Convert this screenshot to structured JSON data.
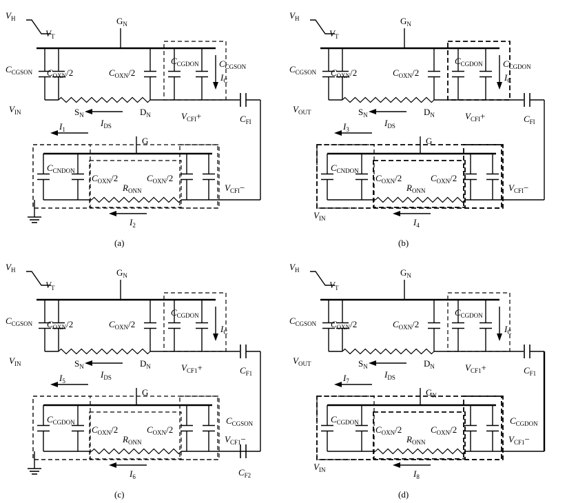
{
  "panels": [
    {
      "id": "a",
      "caption": "(a)",
      "labels": {
        "vh_v": "V",
        "vh_s": "H",
        "vt_v": "V",
        "vt_s": "T",
        "gn_m": "G",
        "gn_s": "N",
        "cgson_m": "C",
        "cgson_s": "CGSON",
        "coxn1_m": "C",
        "coxn1_s": "OXN",
        "coxn1_t": "/2",
        "coxn2_m": "C",
        "coxn2_s": "OXN",
        "coxn2_t": "/2",
        "cgdon_m": "C",
        "cgdon_s": "CGDON",
        "cright_m": "C",
        "cright_s": "CGSON",
        "ic_m": "I",
        "ic_s": "C",
        "vin_m": "V",
        "vin_s": "IN",
        "sn_m": "S",
        "sn_s": "N",
        "ids_m": "I",
        "ids_s": "DS",
        "dn_m": "D",
        "dn_s": "N",
        "vcfi_m": "V",
        "vcfi_s": "CFI",
        "vcfi_sign": "+",
        "cfi_m": "C",
        "cfi_s": "FI",
        "i_upper_m": "I",
        "i_upper_s": "1",
        "g_low": "G",
        "cndon_m": "C",
        "cndon_s": "CNDON",
        "coxn3_m": "C",
        "coxn3_s": "OXN",
        "coxn3_t": "/2",
        "ronn_m": "R",
        "ronn_s": "ONN",
        "coxn4_m": "C",
        "coxn4_s": "OXN",
        "coxn4_t": "/2",
        "vcfi2_m": "V",
        "vcfi2_s": "CFI",
        "vcfi2_sign": "−",
        "i_lower_m": "I",
        "i_lower_s": "2"
      }
    },
    {
      "id": "b",
      "caption": "(b)",
      "labels": {
        "vh_v": "V",
        "vh_s": "H",
        "vt_v": "V",
        "vt_s": "T",
        "gn_m": "G",
        "gn_s": "N",
        "cgson_m": "C",
        "cgson_s": "CGSON",
        "coxn1_m": "C",
        "coxn1_s": "OXN",
        "coxn1_t": "/2",
        "coxn2_m": "C",
        "coxn2_s": "OXN",
        "coxn2_t": "/2",
        "cgdon_m": "C",
        "cgdon_s": "CGDON",
        "cright_m": "C",
        "cright_s": "CGDON",
        "ic_m": "I",
        "ic_s": "C",
        "vin_m": "V",
        "vin_s": "OUT",
        "sn_m": "S",
        "sn_s": "N",
        "ids_m": "I",
        "ids_s": "DS",
        "dn_m": "D",
        "dn_s": "N",
        "vcfi_m": "V",
        "vcfi_s": "CFI",
        "vcfi_sign": "+",
        "cfi_m": "C",
        "cfi_s": "FI",
        "i_upper_m": "I",
        "i_upper_s": "3",
        "g_low": "G",
        "cndon_m": "C",
        "cndon_s": "CNDON",
        "coxn3_m": "C",
        "coxn3_s": "OXN",
        "coxn3_t": "/2",
        "ronn_m": "R",
        "ronn_s": "ONN",
        "coxn4_m": "C",
        "coxn4_s": "OXN",
        "coxn4_t": "/2",
        "vcfi2_m": "V",
        "vcfi2_s": "CFI",
        "vcfi2_sign": "−",
        "vin2_m": "V",
        "vin2_s": "IN",
        "i_lower_m": "I",
        "i_lower_s": "4"
      }
    },
    {
      "id": "c",
      "caption": "(c)",
      "labels": {
        "vh_v": "V",
        "vh_s": "H",
        "vt_v": "V",
        "vt_s": "T",
        "gn_m": "G",
        "gn_s": "N",
        "cgson_m": "C",
        "cgson_s": "CGSON",
        "coxn1_m": "C",
        "coxn1_s": "OXN",
        "coxn1_t": "/2",
        "coxn2_m": "C",
        "coxn2_s": "OXN",
        "coxn2_t": "/2",
        "cgdon_m": "C",
        "cgdon_s": "CGDON",
        "ic_m": "I",
        "ic_s": "C",
        "vin_m": "V",
        "vin_s": "IN",
        "sn_m": "S",
        "sn_s": "N",
        "ids_m": "I",
        "ids_s": "DS",
        "dn_m": "D",
        "dn_s": "N",
        "vcfi_m": "V",
        "vcfi_s": "CF1",
        "vcfi_sign": "+",
        "cfi_m": "C",
        "cfi_s": "F1",
        "i_upper_m": "I",
        "i_upper_s": "5",
        "g_low": "G",
        "cndon_m": "C",
        "cndon_s": "CGDON",
        "coxn3_m": "C",
        "coxn3_s": "OXN",
        "coxn3_t": "/2",
        "ronn_m": "R",
        "ronn_s": "ONN",
        "coxn4_m": "C",
        "coxn4_s": "OXN",
        "coxn4_t": "/2",
        "cgson2_m": "C",
        "cgson2_s": "CGSON",
        "vcfi2_m": "V",
        "vcfi2_s": "CF1",
        "vcfi2_sign": "−",
        "cf2_m": "C",
        "cf2_s": "F2",
        "i_lower_m": "I",
        "i_lower_s": "6"
      }
    },
    {
      "id": "d",
      "caption": "(d)",
      "labels": {
        "vh_v": "V",
        "vh_s": "H",
        "vt_v": "V",
        "vt_s": "T",
        "gn_m": "G",
        "gn_s": "N",
        "cgson_m": "C",
        "cgson_s": "CGSON",
        "coxn1_m": "C",
        "coxn1_s": "OXN",
        "coxn1_t": "/2",
        "coxn2_m": "C",
        "coxn2_s": "OXN",
        "coxn2_t": "/2",
        "cgdon_m": "C",
        "cgdon_s": "CGDON",
        "ic_m": "I",
        "ic_s": "C",
        "vin_m": "V",
        "vin_s": "OUT",
        "sn_m": "S",
        "sn_s": "N",
        "ids_m": "I",
        "ids_s": "DS",
        "dn_m": "D",
        "dn_s": "N",
        "vcfi_m": "V",
        "vcfi_s": "CF1",
        "vcfi_sign": "+",
        "cfi_m": "C",
        "cfi_s": "F1",
        "i_upper_m": "I",
        "i_upper_s": "7",
        "g_low_m": "G",
        "g_low_s": "N",
        "cndon_m": "C",
        "cndon_s": "CGDON",
        "coxn3_m": "C",
        "coxn3_s": "OXN",
        "coxn3_t": "/2",
        "ronn_m": "R",
        "ronn_s": "ONN",
        "coxn4_m": "C",
        "coxn4_s": "OXN",
        "coxn4_t": "/2",
        "cgdon2_m": "C",
        "cgdon2_s": "CGDON",
        "vcfi2_m": "V",
        "vcfi2_s": "CF1",
        "vcfi2_sign": "−",
        "vin2_m": "V",
        "vin2_s": "IN",
        "i_lower_m": "I",
        "i_lower_s": "8"
      }
    }
  ]
}
